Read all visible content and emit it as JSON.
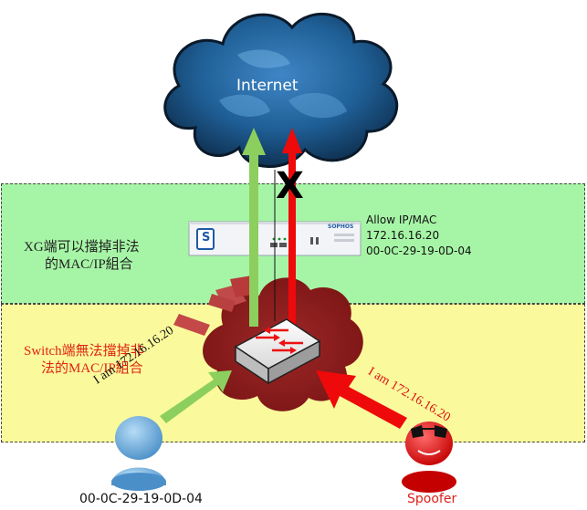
{
  "cloud": {
    "label": "Internet"
  },
  "xg_zone": {
    "text_line1": "XG端可以擋掉非法",
    "text_line2": "的MAC/IP組合"
  },
  "switch_zone": {
    "text_line1": "Switch端無法擋掉非",
    "text_line2": "法的MAC/IP組合"
  },
  "firewall": {
    "brand": "SOPHOS",
    "logo_letter": "S"
  },
  "allow_box": {
    "line1": "Allow IP/MAC",
    "line2": "172.16.16.20",
    "line3": "00-0C-29-19-0D-04"
  },
  "blocked_mark": "X",
  "legit_user": {
    "claim": "I am 172.16.16.20",
    "mac": "00-0C-29-19-0D-04"
  },
  "spoofer": {
    "claim": "I am 172.16.16.20",
    "label": "Spoofer"
  },
  "colors": {
    "green_zone": "#a6f5a6",
    "yellow_zone": "#fafa9c",
    "legit_arrow": "#8ccf5e",
    "spoof_arrow": "#ee0a0a",
    "spoofer_label": "#e0201a",
    "switch_zone_text": "#e02414"
  }
}
